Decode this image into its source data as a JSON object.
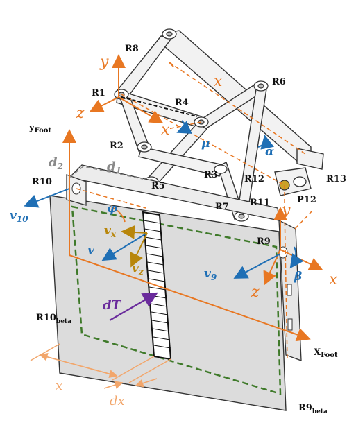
{
  "colors": {
    "orange": "#e87722",
    "blue": "#1f6fb5",
    "green": "#3f7a2a",
    "gray": "#8a8a8a",
    "gold": "#b8860b",
    "peach": "#f2a66b",
    "purple": "#6a2b9c",
    "plate": "#dcdcdc"
  },
  "joints": {
    "r8": "R8",
    "r1": "R1",
    "r4": "R4",
    "r6": "R6",
    "r2": "R2",
    "r3": "R3",
    "r5": "R5",
    "r12": "R12",
    "r13": "R13",
    "r11": "R11",
    "p12": "P12",
    "r7": "R7",
    "r9": "R9",
    "r10": "R10"
  },
  "frame_labels": {
    "y_foot_main": "y",
    "y_foot_sub": "Foot",
    "x_foot_main": "X",
    "x_foot_sub": "Foot",
    "r10beta_main": "R10",
    "r10beta_sub": "beta",
    "r9beta_main": "R9",
    "r9beta_sub": "beta"
  },
  "axis_labels": {
    "top_y": "y",
    "top_x": "x",
    "top_z": "z",
    "mid_x": "x",
    "right_y": "y",
    "right_z": "z",
    "right_x": "x",
    "bottom_x": "x",
    "dx": "dx"
  },
  "greek": {
    "mu": "μ",
    "alpha": "α",
    "phi": "φ",
    "beta": "β"
  },
  "dims": {
    "d2": "d",
    "d2_sub": "2",
    "d1": "d",
    "d1_sub": "1"
  },
  "velocities": {
    "v10": "v",
    "v10_sub": "10",
    "v": "v",
    "vx": "v",
    "vx_sub": "x",
    "vz": "v",
    "vz_sub": "z",
    "v9": "v",
    "v9_sub": "9"
  },
  "force": {
    "dT": "dT"
  }
}
